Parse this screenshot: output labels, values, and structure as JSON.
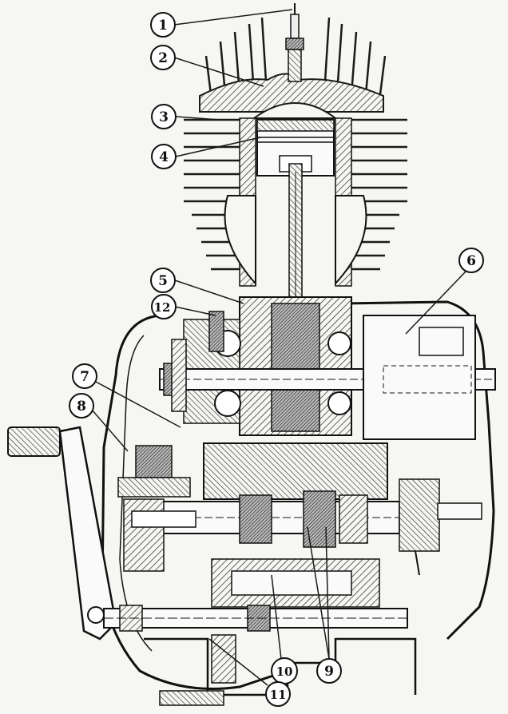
{
  "figure": {
    "callouts": [
      {
        "id": "c1",
        "label": "1"
      },
      {
        "id": "c2",
        "label": "2"
      },
      {
        "id": "c3",
        "label": "3"
      },
      {
        "id": "c4",
        "label": "4"
      },
      {
        "id": "c5",
        "label": "5"
      },
      {
        "id": "c6",
        "label": "6"
      },
      {
        "id": "c7",
        "label": "7"
      },
      {
        "id": "c8",
        "label": "8"
      },
      {
        "id": "c9",
        "label": "9"
      },
      {
        "id": "c10",
        "label": "10"
      },
      {
        "id": "c11",
        "label": "11"
      },
      {
        "id": "c12",
        "label": "12"
      }
    ]
  }
}
